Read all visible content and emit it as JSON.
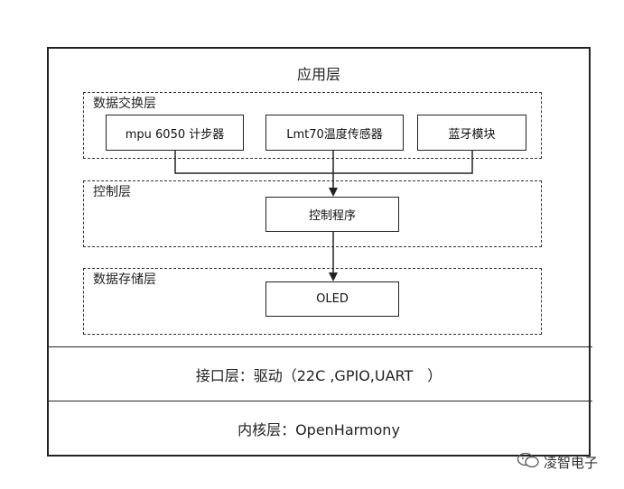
{
  "app_layer": {
    "title": "应用层",
    "groups": {
      "data_exchange": {
        "label": "数据交换层",
        "items": [
          "mpu 6050 计步器",
          "Lmt70温度传感器",
          "蓝牙模块"
        ]
      },
      "control": {
        "label": "控制层",
        "items": [
          "控制程序"
        ]
      },
      "data_storage": {
        "label": "数据存储层",
        "items": [
          "OLED"
        ]
      }
    }
  },
  "interface_layer": {
    "label": "接口层：驱动（22C ,GPIO,UART　）"
  },
  "kernel_layer": {
    "label": "内核层：OpenHarmony"
  },
  "watermark": {
    "text": "凌智电子",
    "icon": "wechat-icon"
  }
}
